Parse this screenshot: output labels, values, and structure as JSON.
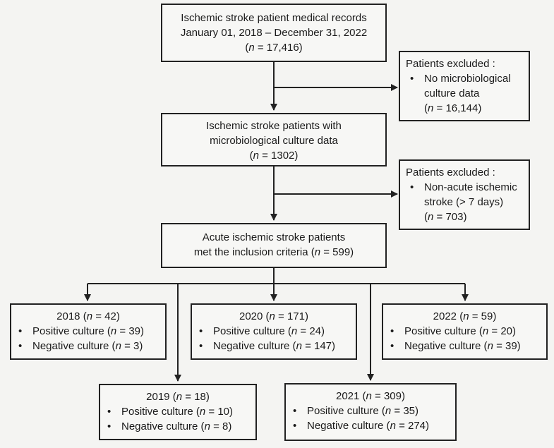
{
  "records": {
    "line1": "Ischemic stroke patient medical records",
    "line2": "January 01, 2018 – December 31, 2022",
    "n_prefix": "(",
    "n_var": "n",
    "n_suffix": " = 17,416)"
  },
  "exclusion1": {
    "title": "Patients excluded :",
    "item_line1": "No microbiological",
    "item_line2": "culture data",
    "n_prefix": "(",
    "n_var": "n",
    "n_suffix": " = 16,144)"
  },
  "with_culture": {
    "line1": "Ischemic stroke patients with",
    "line2": "microbiological culture data",
    "n_prefix": "(",
    "n_var": "n",
    "n_suffix": " = 1302)"
  },
  "exclusion2": {
    "title": "Patients excluded :",
    "item_line1": "Non-acute ischemic",
    "item_line2": "stroke (> 7 days)",
    "n_prefix": "(",
    "n_var": "n",
    "n_suffix": " = 703)"
  },
  "acute": {
    "line1": "Acute ischemic stroke patients",
    "line2_prefix": "met the inclusion criteria (",
    "n_var": "n",
    "n_suffix": " = 599)"
  },
  "years": [
    {
      "year": "2018",
      "total": " = 42)",
      "pos_label": "Positive culture  (",
      "pos": " = 39)",
      "neg_label": "Negative culture  (",
      "neg": " = 3)"
    },
    {
      "year": "2019",
      "total": " = 18)",
      "pos_label": "Positive culture  (",
      "pos": " = 10)",
      "neg_label": "Negative culture  (",
      "neg": " = 8)"
    },
    {
      "year": "2020",
      "total": " = 171)",
      "pos_label": "Positive culture  (",
      "pos": " = 24)",
      "neg_label": "Negative culture  (",
      "neg": " = 147)"
    },
    {
      "year": "2021",
      "total": " = 309)",
      "pos_label": "Positive culture  (",
      "pos": " = 35)",
      "neg_label": "Negative culture  (",
      "neg": " = 274)"
    },
    {
      "year": "2022",
      "total": " = 59)",
      "pos_label": "Positive culture  (",
      "pos": " = 20)",
      "neg_label": "Negative culture  (",
      "neg": " = 39)"
    }
  ],
  "n_var": "n",
  "colors": {
    "stroke": "#222222",
    "background": "#f4f4f2"
  }
}
